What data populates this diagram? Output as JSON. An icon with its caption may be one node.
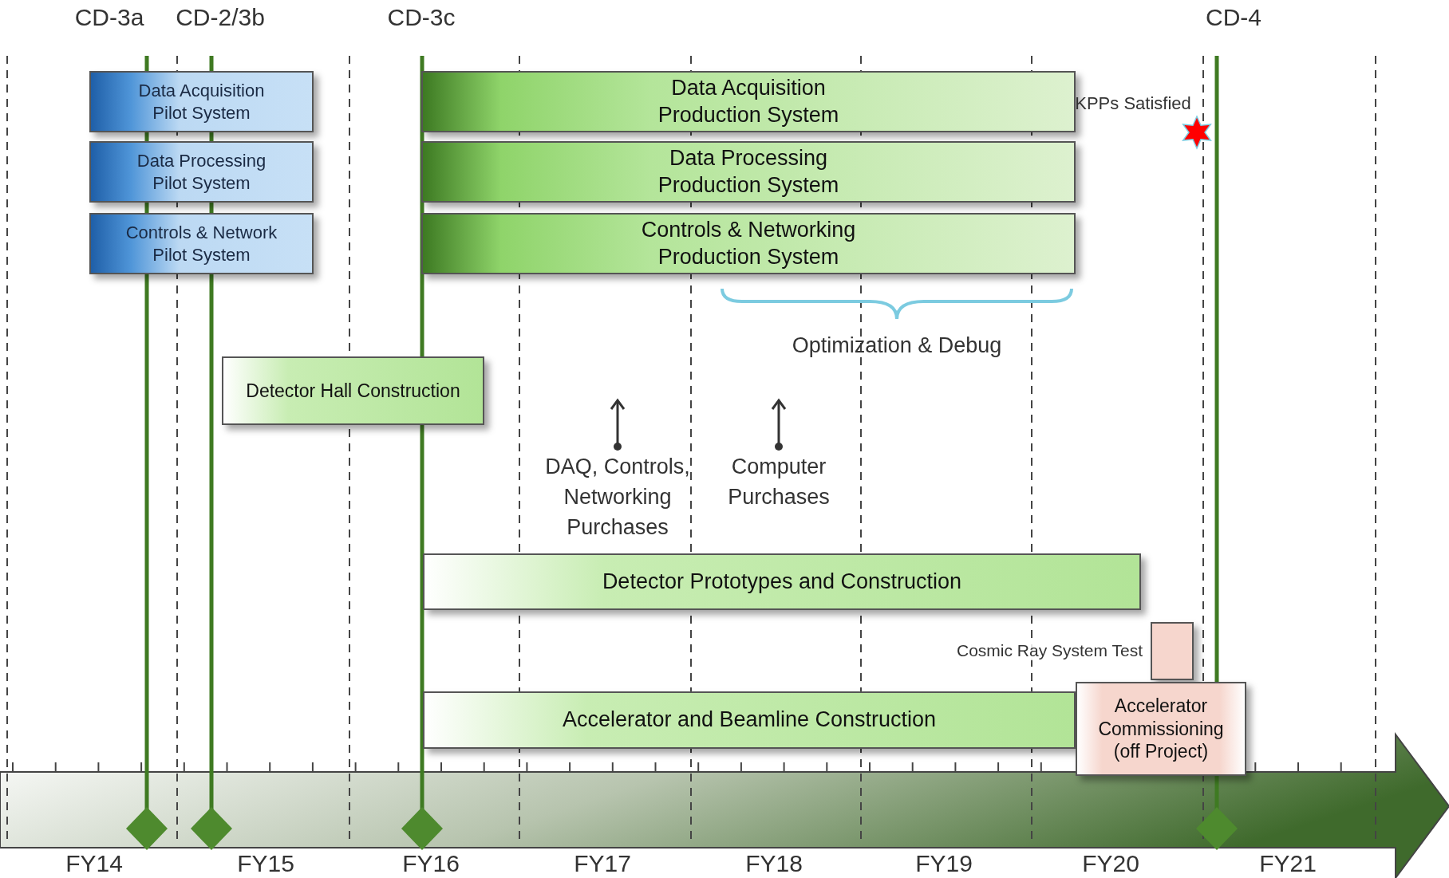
{
  "diagram": {
    "nodes": [
      {
        "text": [
          "Data Acquisition Pilot System"
        ]
      },
      {
        "text": [
          "Data Processing Pilot System"
        ]
      },
      {
        "text": [
          "Controls & Network Pilot System"
        ]
      },
      {
        "text": [
          "Data Acquisition Production System"
        ]
      },
      {
        "text": [
          "Data Processing Production System"
        ]
      },
      {
        "text": [
          "Controls & Networking Production System"
        ]
      },
      {
        "text": [
          "Detector Hall Construction"
        ]
      },
      {
        "text": [
          "DAQ, Controls, Networking Purchases"
        ]
      },
      {
        "text": [
          "Computer Purchases"
        ]
      },
      {
        "text": [
          "Detector Prototypes and Construction"
        ]
      },
      {
        "text": [],
        "shape": "box",
        "beside": [
          "Cosmic Ray System Test"
        ]
      },
      {
        "text": [
          "Accelerator and Beamline Construction"
        ]
      },
      {
        "text": [
          "Accelerator Commissioning (off Project)"
        ]
      }
    ],
    "edges": [
      {
        "from": 7,
        "to": null,
        "arrow": "to"
      },
      {
        "from": 8,
        "to": null,
        "arrow": "to"
      }
    ],
    "labels": [
      "CD-3a",
      "CD-2/3b",
      "CD-3c",
      "CD-4",
      "KPPs Satisfied",
      "Optimization & Debug",
      "FY14",
      "FY15",
      "FY16",
      "FY17",
      "FY18",
      "FY19",
      "FY20",
      "FY21"
    ]
  }
}
